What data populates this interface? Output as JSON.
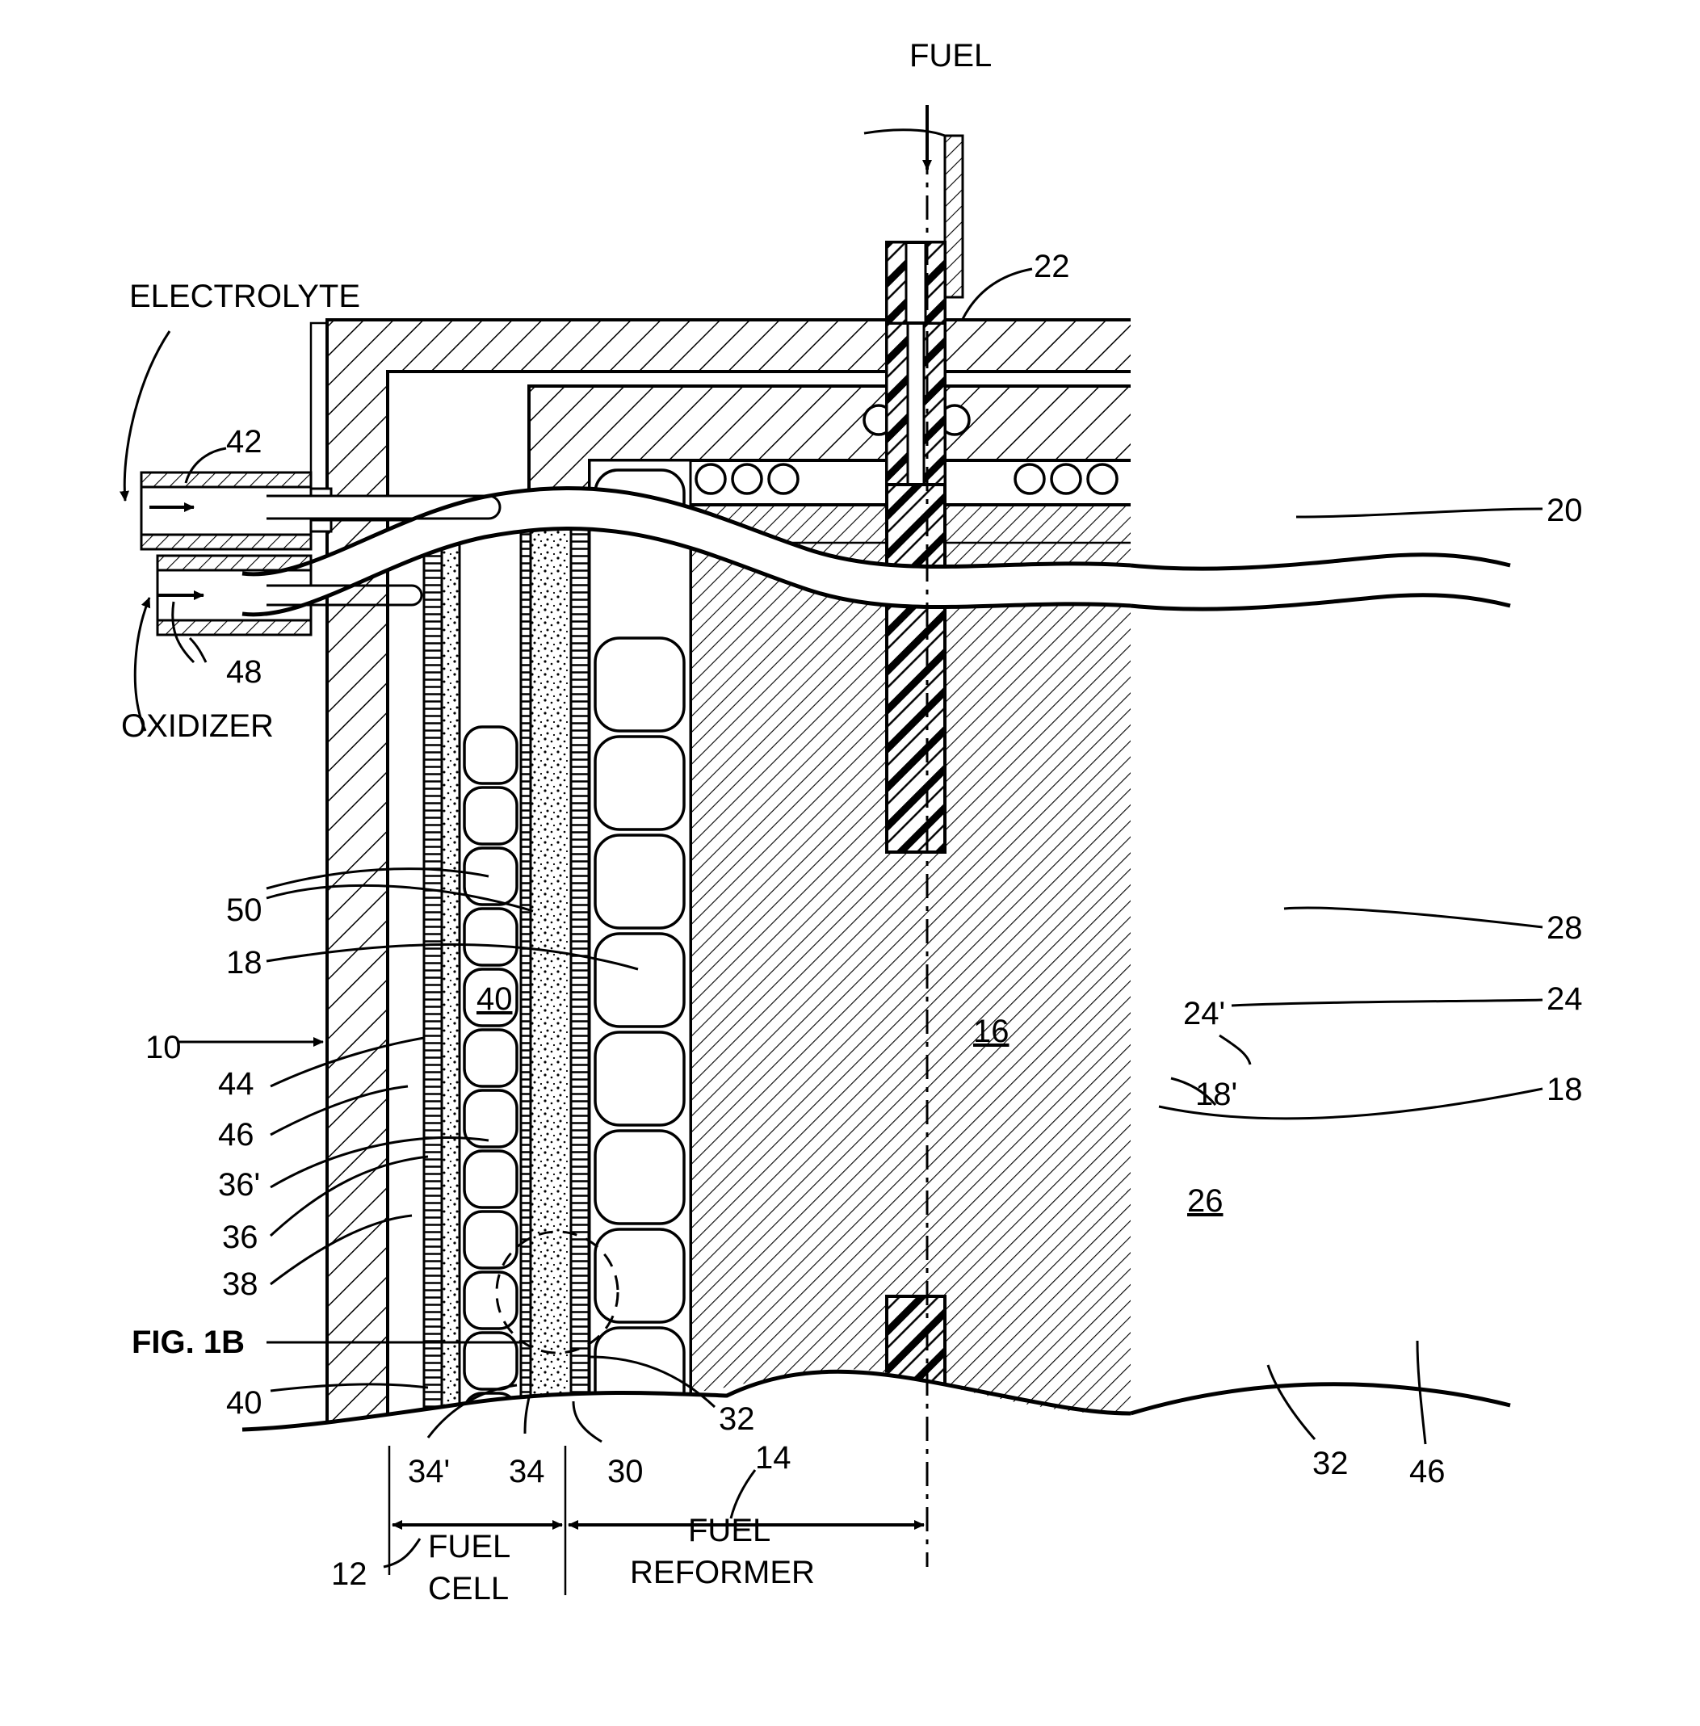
{
  "labels": {
    "fuel": "FUEL",
    "electrolyte": "ELECTROLYTE",
    "oxidizer": "OXIDIZER",
    "fig_ref": "FIG. 1B",
    "fuel_cell_1": "FUEL",
    "fuel_cell_2": "CELL",
    "fuel_reformer_1": "FUEL",
    "fuel_reformer_2": "REFORMER"
  },
  "refs": {
    "r22": "22",
    "r42": "42",
    "r20": "20",
    "r48": "48",
    "r50": "50",
    "r18_left": "18",
    "r40_upper": "40",
    "r10": "10",
    "r44": "44",
    "r46_left": "46",
    "r36p": "36'",
    "r36": "36",
    "r38": "38",
    "r40_lower": "40",
    "r16": "16",
    "r28": "28",
    "r24": "24",
    "r24p": "24'",
    "r18_right": "18",
    "r18p": "18'",
    "r26": "26",
    "r32_mid": "32",
    "r34p": "34'",
    "r34": "34",
    "r30": "30",
    "r14": "14",
    "r12": "12",
    "r32_right": "32",
    "r46_right": "46"
  },
  "colors": {
    "ink": "#000000",
    "paper": "#ffffff"
  }
}
